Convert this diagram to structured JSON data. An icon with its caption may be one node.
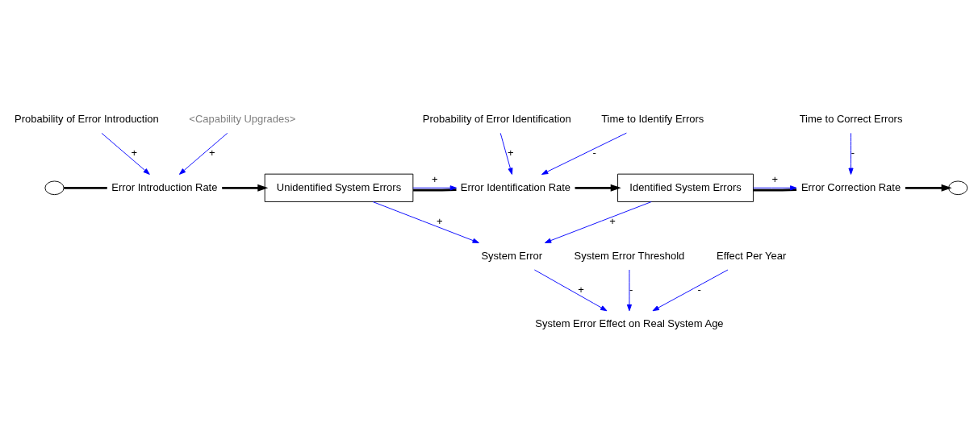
{
  "diagram": {
    "nodes": [
      {
        "text": [],
        "shape": "cloud"
      },
      {
        "text": [
          "Error Introduction Rate"
        ]
      },
      {
        "text": [
          "Unidentified System Errors"
        ]
      },
      {
        "text": [
          "Error Identification Rate"
        ]
      },
      {
        "text": [
          "Identified System Errors"
        ]
      },
      {
        "text": [
          "Error Correction Rate"
        ]
      },
      {
        "text": [],
        "shape": "cloud"
      },
      {
        "text": [
          "<Capability Upgrades>"
        ]
      },
      {
        "text": [
          "Probability of Error Introduction"
        ]
      },
      {
        "text": [
          "Probability of Error Identification"
        ]
      },
      {
        "text": [
          "Time to Correct Errors"
        ]
      },
      {
        "text": [
          "Time to Identify Errors"
        ]
      },
      {
        "text": [
          "System Error"
        ]
      },
      {
        "text": [
          "System Error Threshold"
        ]
      },
      {
        "text": [
          "System Error Effect on Real System Age"
        ]
      },
      {
        "text": [
          "Effect Per Year"
        ]
      }
    ],
    "edges": [
      {
        "from": 0,
        "to": 1,
        "arrow": "none",
        "style": "thick",
        "color": "#000000"
      },
      {
        "from": 1,
        "to": 2,
        "arrow": "to",
        "style": "thick",
        "color": "#000000"
      },
      {
        "from": 2,
        "to": 3,
        "arrow": "none",
        "style": "thick",
        "color": "#000000"
      },
      {
        "from": 3,
        "to": 4,
        "arrow": "to",
        "style": "thick",
        "color": "#000000"
      },
      {
        "from": 4,
        "to": 5,
        "arrow": "none",
        "style": "thick",
        "color": "#000000"
      },
      {
        "from": 5,
        "to": 6,
        "arrow": "to",
        "style": "thick",
        "color": "#000000"
      },
      {
        "from": 7,
        "to": 1,
        "arrow": "to",
        "label": "+"
      },
      {
        "from": 8,
        "to": 1,
        "arrow": "to",
        "label": "+"
      },
      {
        "from": 2,
        "to": 3,
        "arrow": "to",
        "label": "+"
      },
      {
        "from": 9,
        "to": 3,
        "arrow": "to",
        "label": "+"
      },
      {
        "from": 4,
        "to": 5,
        "arrow": "to",
        "label": "+"
      },
      {
        "from": 10,
        "to": 5,
        "arrow": "to",
        "label": "-"
      },
      {
        "from": 11,
        "to": 3,
        "arrow": "to",
        "label": "-"
      },
      {
        "from": 2,
        "to": 12,
        "arrow": "to",
        "label": "+"
      },
      {
        "from": 4,
        "to": 12,
        "arrow": "to",
        "label": "+"
      },
      {
        "from": 13,
        "to": 14,
        "arrow": "to",
        "label": "-"
      },
      {
        "from": 12,
        "to": 14,
        "arrow": "to",
        "label": "+"
      },
      {
        "from": 15,
        "to": 14,
        "arrow": "to",
        "label": "-"
      }
    ]
  }
}
